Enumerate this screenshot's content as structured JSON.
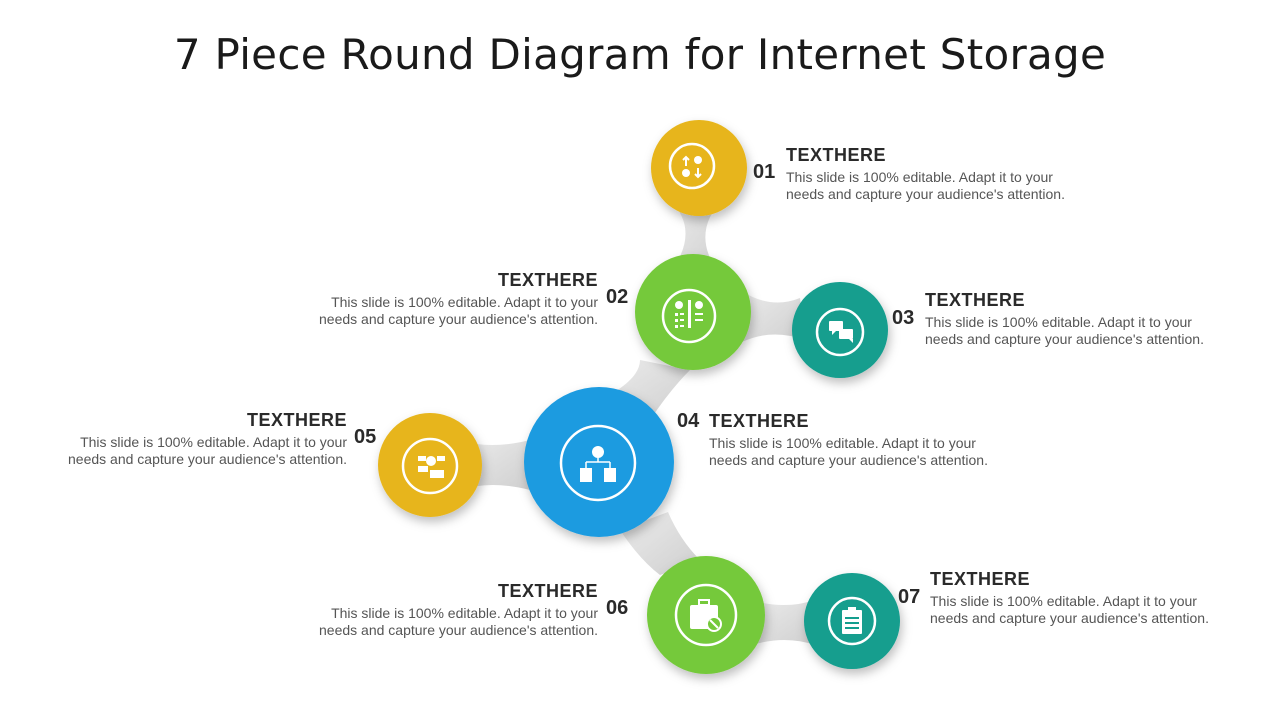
{
  "title": "7 Piece Round Diagram for Internet Storage",
  "items": [
    {
      "num": "01",
      "heading": "TEXTHERE",
      "desc_line1": "This slide is 100% editable. Adapt it to your",
      "desc_line2": "needs and capture your audience's attention.",
      "color": "#E7B51B",
      "icon": "arrows-plus-minus-icon"
    },
    {
      "num": "02",
      "heading": "TEXTHERE",
      "desc_line1": "This slide is 100% editable. Adapt it to your",
      "desc_line2": "needs and capture your audience's attention.",
      "color": "#74C93A",
      "icon": "checklist-icon"
    },
    {
      "num": "03",
      "heading": "TEXTHERE",
      "desc_line1": "This slide is 100% editable. Adapt it to your",
      "desc_line2": "needs and capture your audience's attention.",
      "color": "#139E8E",
      "icon": "chat-bubbles-icon"
    },
    {
      "num": "04",
      "heading": "TEXTHERE",
      "desc_line1": "This slide is 100% editable. Adapt it to your",
      "desc_line2": "needs and capture your audience's attention.",
      "color": "#1C9BE0",
      "icon": "hierarchy-icon"
    },
    {
      "num": "05",
      "heading": "TEXTHERE",
      "desc_line1": "This slide is 100% editable. Adapt it to your",
      "desc_line2": "needs and capture your audience's attention.",
      "color": "#E7B51B",
      "icon": "question-board-icon"
    },
    {
      "num": "06",
      "heading": "TEXTHERE",
      "desc_line1": "This slide is 100% editable. Adapt it to your",
      "desc_line2": "needs and capture your audience's attention.",
      "color": "#74C93A",
      "icon": "briefcase-block-icon"
    },
    {
      "num": "07",
      "heading": "TEXTHERE",
      "desc_line1": "This slide is 100% editable. Adapt it to your",
      "desc_line2": "needs and capture your audience's attention.",
      "color": "#139E8E",
      "icon": "clipboard-icon"
    }
  ]
}
